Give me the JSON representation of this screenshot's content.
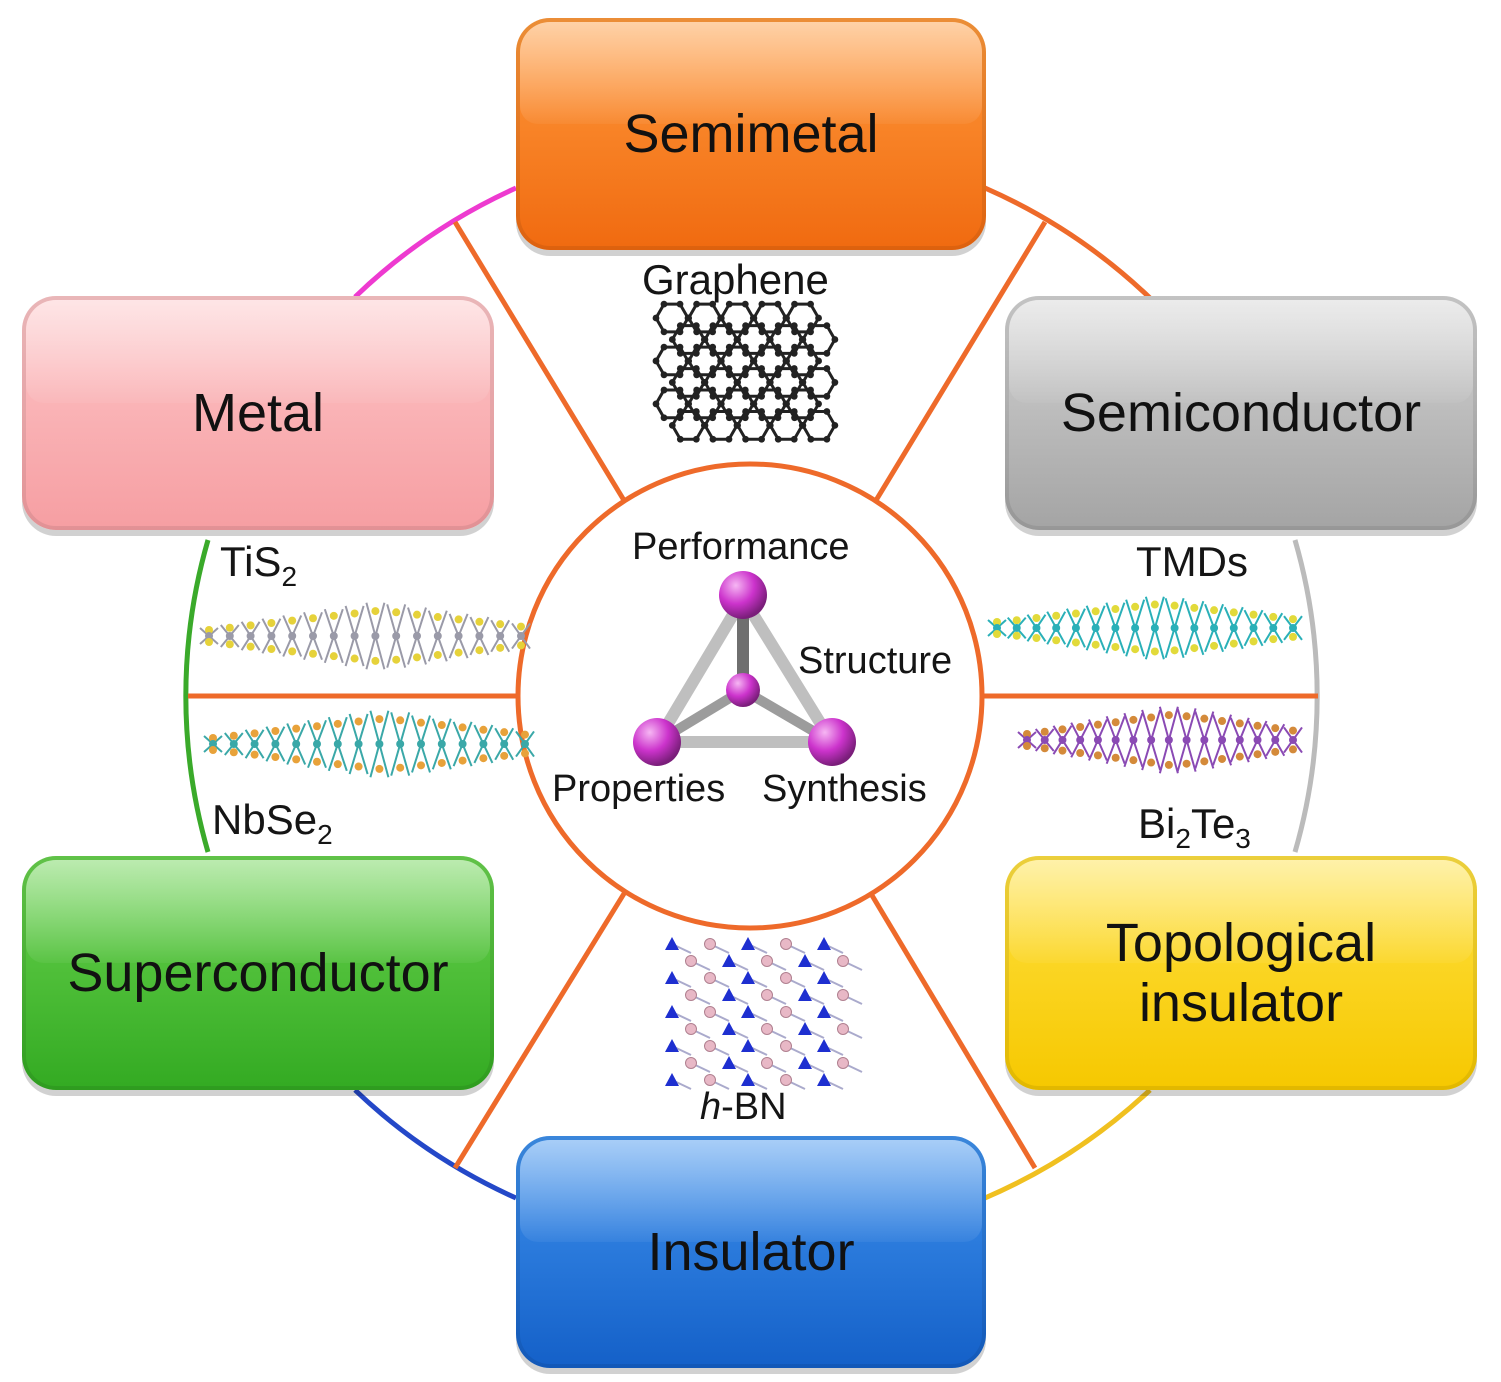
{
  "categories": {
    "semimetal": "Semimetal",
    "semiconductor": "Semiconductor",
    "metal": "Metal",
    "superconductor": "Superconductor",
    "topological_insulator": "Topological\ninsulator",
    "insulator": "Insulator"
  },
  "materials": {
    "graphene": "Graphene",
    "tis2_base": "TiS",
    "tis2_sub": "2",
    "tmds": "TMDs",
    "nbse2_base": "NbSe",
    "nbse2_sub": "2",
    "bi2te3_a": "Bi",
    "bi2te3_a_sub": "2",
    "bi2te3_b": "Te",
    "bi2te3_b_sub": "3",
    "hbn_italic": "h",
    "hbn_rest": "-BN"
  },
  "center": {
    "performance": "Performance",
    "structure": "Structure",
    "properties": "Properties",
    "synthesis": "Synthesis"
  },
  "colors": {
    "semimetal": "#f5731a",
    "semiconductor": "#b3b3b3",
    "metal": "#f9a8ab",
    "superconductor": "#3fbf2e",
    "topological_insulator": "#fcd20f",
    "insulator": "#1d73d8",
    "spoke": "#ee6a2a",
    "node": "#cc33cc"
  }
}
